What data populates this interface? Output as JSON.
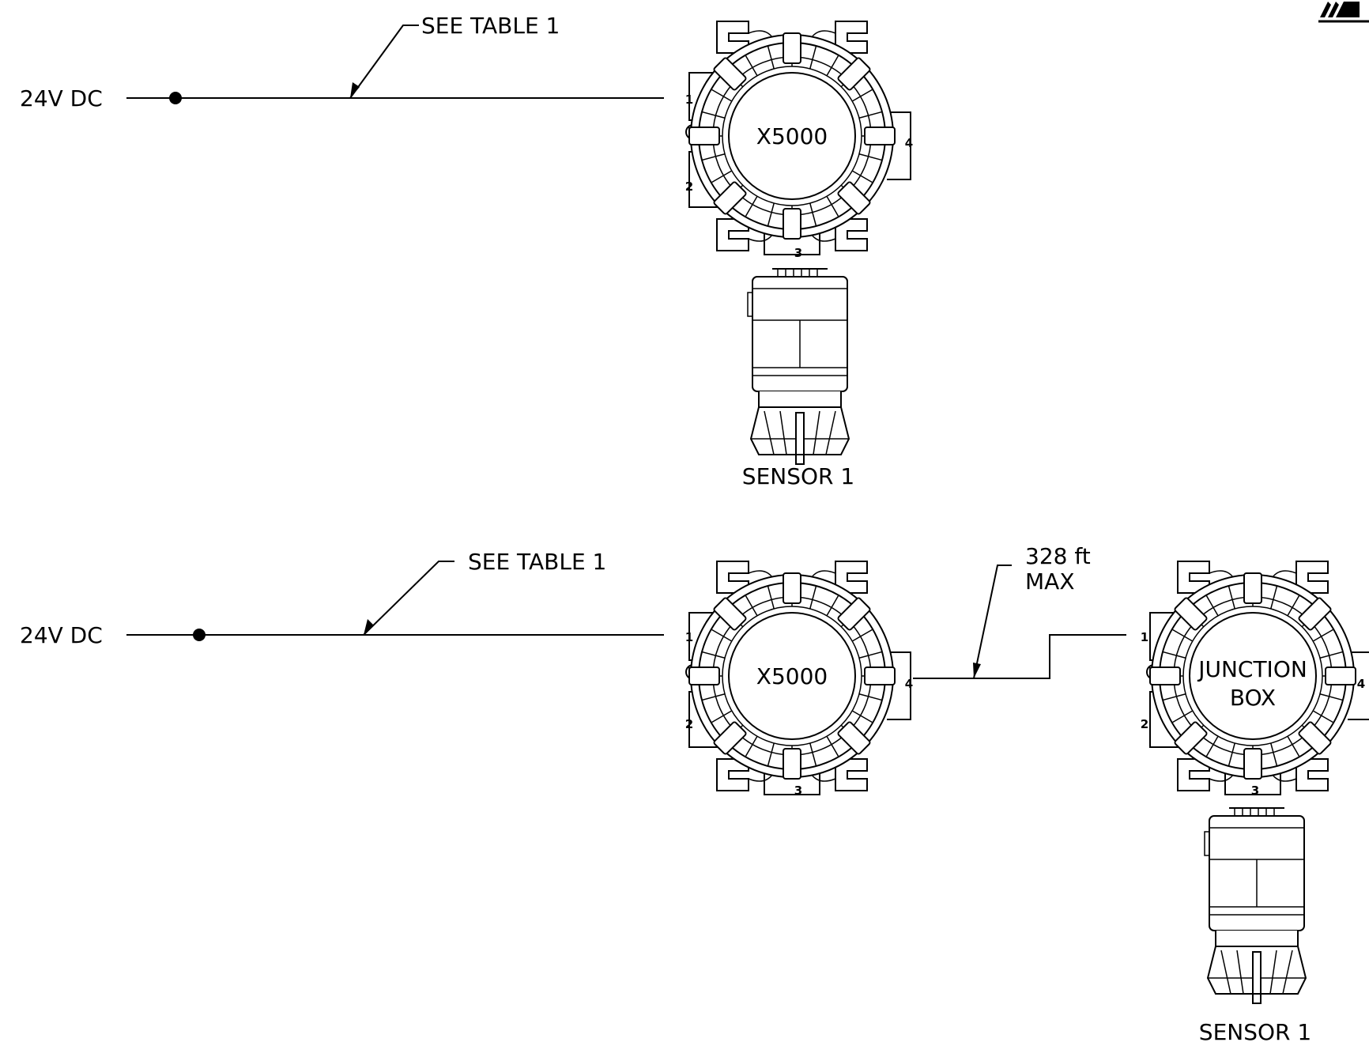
{
  "top": {
    "supply_label": "24V DC",
    "cable_note": "SEE TABLE 1",
    "device_label": "X5000",
    "sensor_label": "SENSOR 1",
    "ports": [
      "1",
      "2",
      "3",
      "4"
    ]
  },
  "bottom": {
    "supply_label": "24V DC",
    "cable_note": "SEE TABLE 1",
    "device_label": "X5000",
    "link_note_line1": "328 ft",
    "link_note_line2": "MAX",
    "junction_line1": "JUNCTION",
    "junction_line2": "BOX",
    "sensor_label": "SENSOR 1",
    "ports": [
      "1",
      "2",
      "3",
      "4"
    ],
    "jb_ports": [
      "1",
      "2",
      "3",
      "4"
    ]
  },
  "colors": {
    "line": "#000000",
    "background": "#ffffff"
  }
}
